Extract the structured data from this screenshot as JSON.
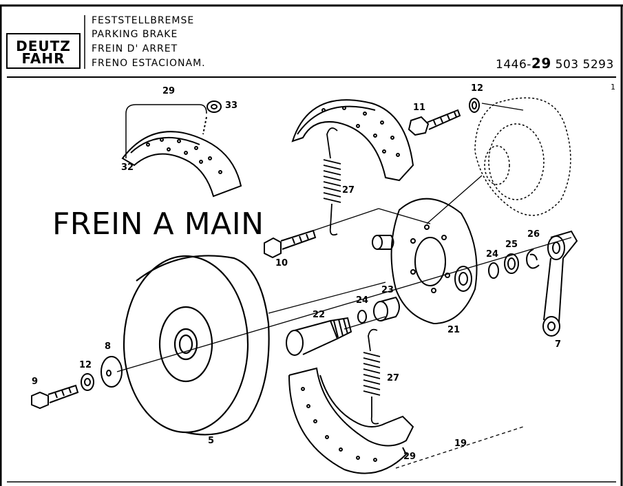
{
  "header": {
    "logo": [
      "DEUTZ",
      "FAHR"
    ],
    "titles": [
      "FESTSTELLBREMSE",
      "PARKING  BRAKE",
      "FREIN D' ARRET",
      "FRENO ESTACIONAM."
    ],
    "part_number_prefix": "1446-",
    "part_number_bold": "29",
    "part_number_rest": " 503  5293",
    "page": "1"
  },
  "overlay_text": "FREIN A MAIN",
  "callouts": [
    "29",
    "33",
    "32",
    "11",
    "12",
    "27",
    "10",
    "26",
    "25",
    "24",
    "23",
    "24",
    "22",
    "21",
    "7",
    "8",
    "12",
    "9",
    "5",
    "27",
    "19",
    "29"
  ]
}
